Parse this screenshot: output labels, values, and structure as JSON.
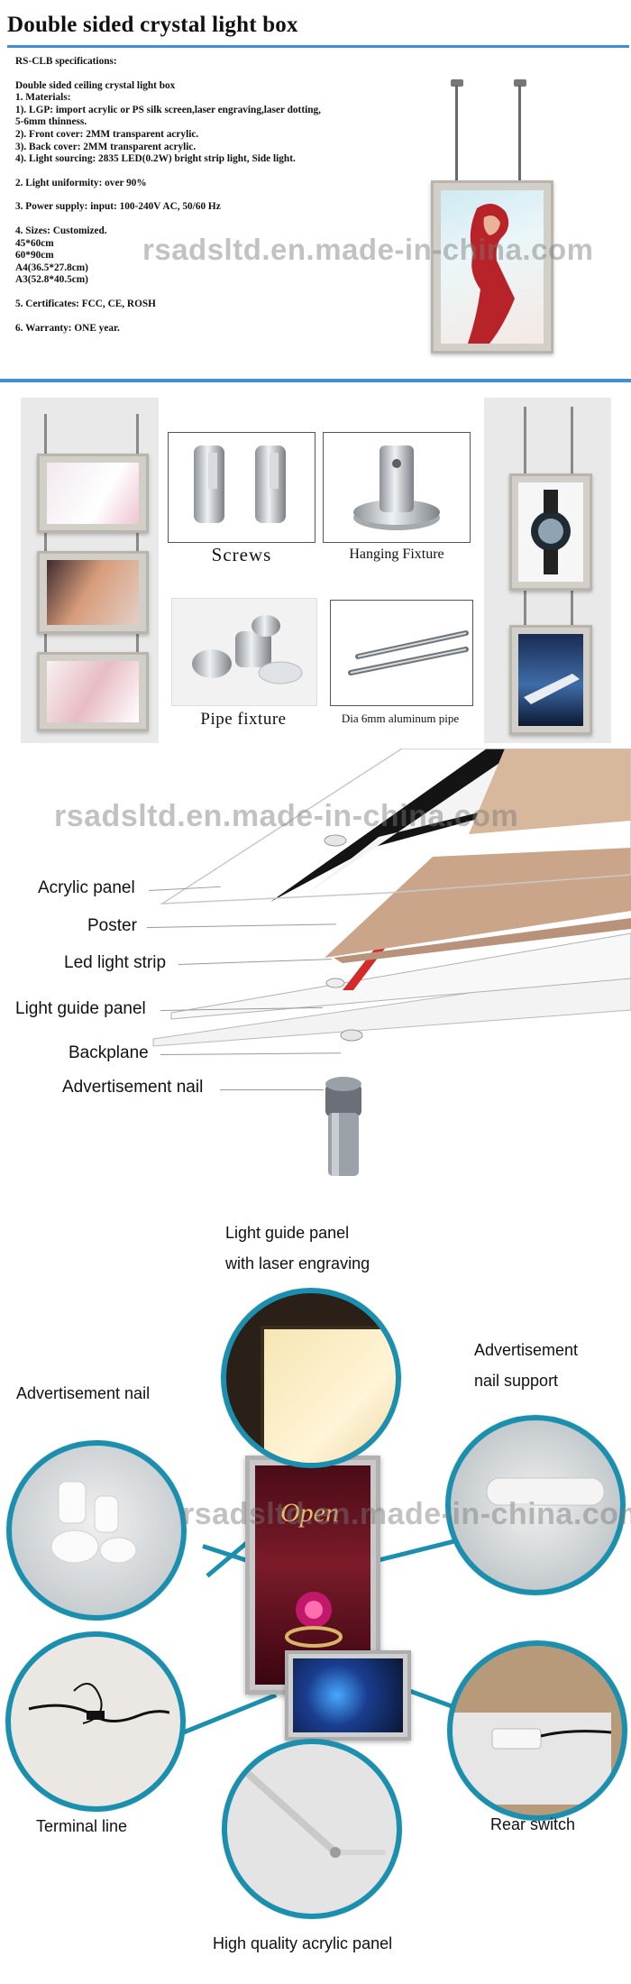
{
  "header": {
    "title": "Double sided crystal light box"
  },
  "specs": {
    "heading": "RS-CLB specifications:",
    "product": "Double sided ceiling crystal light box",
    "lines": [
      "1. Materials:",
      "1). LGP: import acrylic or PS silk screen,laser engraving,laser dotting,",
      "5-6mm thinness.",
      "2). Front cover: 2MM transparent acrylic.",
      "3). Back cover: 2MM transparent acrylic.",
      "4). Light sourcing: 2835 LED(0.2W) bright strip light, Side light."
    ],
    "uniformity": "2. Light uniformity: over 90%",
    "power": "3. Power supply: input: 100-240V AC, 50/60 Hz",
    "sizes": [
      "4. Sizes: Customized.",
      "45*60cm",
      "60*90cm",
      "A4(36.5*27.8cm)",
      "A3(52.8*40.5cm)"
    ],
    "certificates": "5. Certificates: FCC, CE, ROSH",
    "warranty": "6. Warranty: ONE year."
  },
  "watermark": "rsadsltd.en.made-in-china.com",
  "parts": {
    "screws": "Screws",
    "hanging_fixture": "Hanging Fixture",
    "pipe_fixture": "Pipe fixture",
    "aluminum_pipe": "Dia 6mm aluminum pipe"
  },
  "exploded": {
    "acrylic_panel": "Acrylic panel",
    "poster": "Poster",
    "led_strip": "Led light strip",
    "light_guide_panel": "Light guide panel",
    "backplane": "Backplane",
    "advertisement_nail": "Advertisement nail"
  },
  "features": {
    "light_guide_l1": "Light guide panel",
    "light_guide_l2": "with laser engraving",
    "nail_support_l1": "Advertisement",
    "nail_support_l2": "nail support",
    "advertisement_nail": "Advertisement nail",
    "terminal_line": "Terminal line",
    "rear_switch": "Rear switch",
    "acrylic_panel": "High quality acrylic panel",
    "open_sign": "Open"
  },
  "colors": {
    "accent_rule": "#3f8fd6",
    "circle_ring": "#1b8fae"
  }
}
